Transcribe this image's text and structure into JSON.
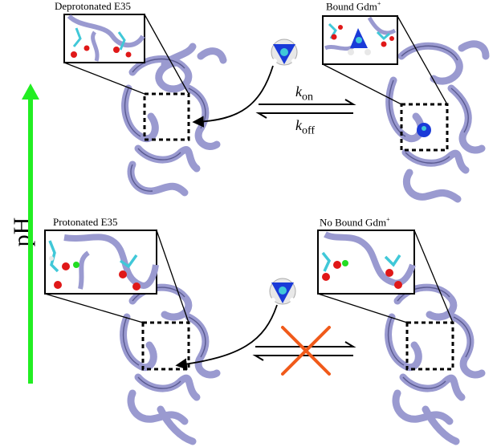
{
  "axis": {
    "label": "pH",
    "arrow_color": "#22ee22"
  },
  "states": {
    "top_left": {
      "label": "Deprotonated E35"
    },
    "top_right": {
      "label_main": "Bound Gdm",
      "label_sup": "+"
    },
    "bottom_left": {
      "label": "Protonated E35"
    },
    "bottom_right": {
      "label_main": "No Bound Gdm",
      "label_sup": "+"
    }
  },
  "rates": {
    "on": {
      "k": "k",
      "sub": "on"
    },
    "off": {
      "k": "k",
      "sub": "off"
    }
  },
  "colors": {
    "protein": "#9a9ad0",
    "protein_edge": "#5a5a90",
    "cross": "#f05a1a",
    "ligand_blue": "#1a3ad8",
    "ligand_white": "#e8e8e8",
    "carbon": "#40c8d8",
    "oxygen": "#e01818",
    "proton": "#22dd22"
  }
}
